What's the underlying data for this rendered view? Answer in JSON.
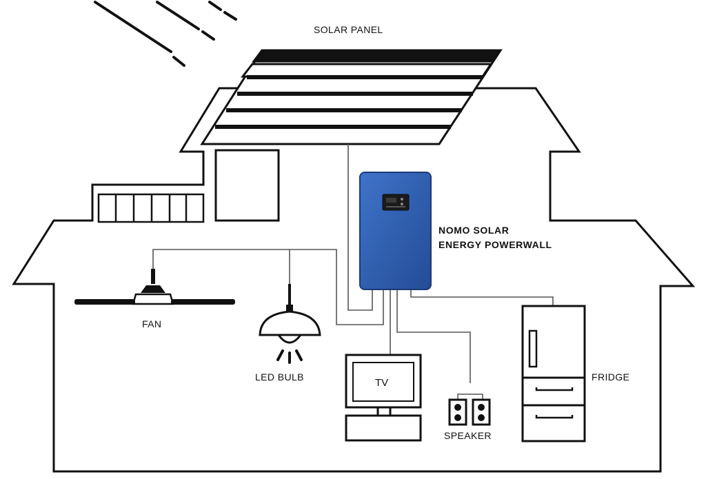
{
  "labels": {
    "solar_panel": "SOLAR PANEL",
    "powerwall_line1": "NOMO SOLAR",
    "powerwall_line2": "ENERGY POWERWALL",
    "fan": "FAN",
    "led_bulb": "LED BULB",
    "tv": "TV",
    "speaker": "SPEAKER",
    "fridge": "FRIDGE"
  },
  "colors": {
    "powerwall": "#2f5fb3",
    "line": "#111111",
    "wire": "#555555"
  }
}
